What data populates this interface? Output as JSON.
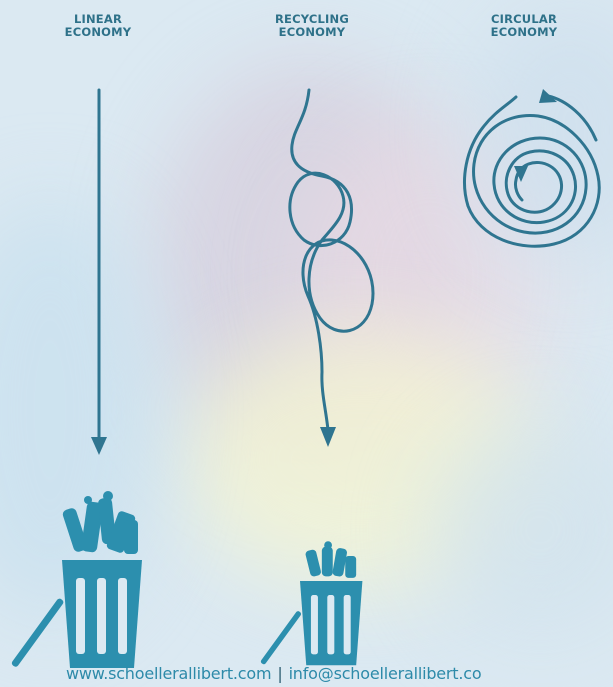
{
  "columns": [
    {
      "id": "linear",
      "title_line1": "LINEAR",
      "title_line2": "ECONOMY"
    },
    {
      "id": "recycling",
      "title_line1": "RECYCLING",
      "title_line2": "ECONOMY"
    },
    {
      "id": "circular",
      "title_line1": "CIRCULAR",
      "title_line2": "ECONOMY"
    }
  ],
  "footer": {
    "website": "www.schoellerallibert.com",
    "separator": "|",
    "email": "info@schoellerallibert.co"
  },
  "colors": {
    "line": "#2f7590",
    "bin": "#2c8fae",
    "heading": "#2e7189",
    "footer_link": "#2d8aa9"
  },
  "icons": [
    "waste-bin-icon",
    "down-arrow-icon"
  ]
}
